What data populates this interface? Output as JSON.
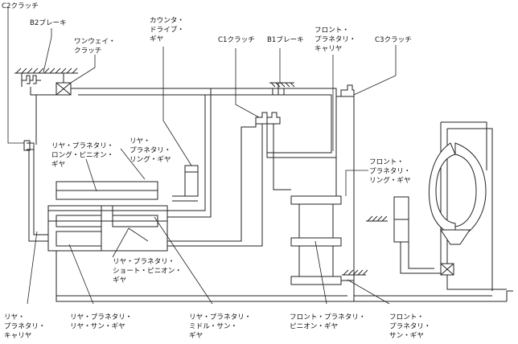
{
  "labels": {
    "c2_clutch": [
      "C2クラッチ"
    ],
    "b2_brake": [
      "B2ブレーキ"
    ],
    "one_way_clutch": [
      "ワンウェイ・",
      "クラッチ"
    ],
    "counter_drive_gear": [
      "カウンタ・",
      "ドライブ・",
      "ギヤ"
    ],
    "c1_clutch": [
      "C1クラッチ"
    ],
    "b1_brake": [
      "B1ブレーキ"
    ],
    "front_planetary_carrier": [
      "フロント・",
      "プラネタリ・",
      "キャリヤ"
    ],
    "c3_clutch": [
      "C3クラッチ"
    ],
    "rear_planetary_long_pinion": [
      "リヤ・プラネタリ・",
      "ロング・ピニオン・",
      "ギヤ"
    ],
    "rear_planetary_ring_gear": [
      "リヤ・",
      "プラネタリ・",
      "リング・ギヤ"
    ],
    "front_planetary_ring_gear": [
      "フロント・",
      "プラネタリ・",
      "リング・ギヤ"
    ],
    "rear_planetary_short_pinion": [
      "リヤ・プラネタリ・",
      "ショート・ピニオン・",
      "ギヤ"
    ],
    "rear_planetary_carrier": [
      "リヤ・",
      "プラネタリ・",
      "キャリヤ"
    ],
    "rear_planetary_rear_sun": [
      "リヤ・プラネタリ・",
      "リヤ・サン・ギヤ"
    ],
    "rear_planetary_middle_sun": [
      "リヤ・プラネタリ・",
      "ミドル・サン・",
      "ギヤ"
    ],
    "front_planetary_pinion": [
      "フロント・プラネタリ・",
      "ピニオン・ギヤ"
    ],
    "front_planetary_sun": [
      "フロント・",
      "プラネタリ・",
      "サン・ギヤ"
    ]
  }
}
